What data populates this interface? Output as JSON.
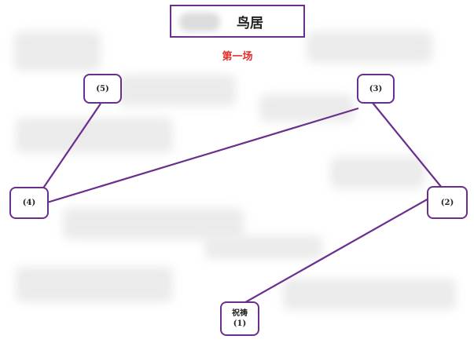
{
  "title": "鸟居",
  "subtitle": "第一场",
  "colors": {
    "border": "#6a2f8c",
    "line": "#6a2f8c",
    "subtitle": "#e0302e"
  },
  "nodes": [
    {
      "id": "n1",
      "label": "祝祷",
      "sublabel": "(1)"
    },
    {
      "id": "n2",
      "label": "(2)"
    },
    {
      "id": "n3",
      "label": "(3)"
    },
    {
      "id": "n4",
      "label": "(4)"
    },
    {
      "id": "n5",
      "label": "(5)"
    }
  ],
  "edges": [
    {
      "from": "n1",
      "to": "n2"
    },
    {
      "from": "n2",
      "to": "n3"
    },
    {
      "from": "n3",
      "to": "n4"
    },
    {
      "from": "n4",
      "to": "n5"
    }
  ]
}
